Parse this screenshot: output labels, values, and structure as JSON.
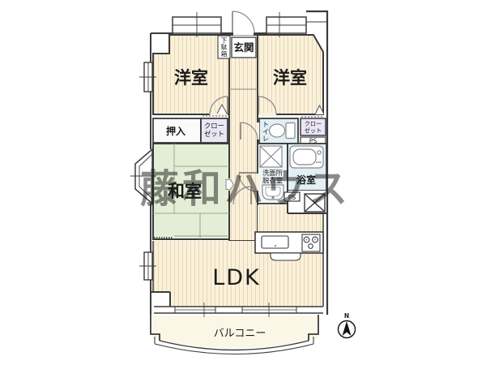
{
  "floorplan": {
    "labels": {
      "entrance": "玄関",
      "shoe_cabinet": "下駄箱",
      "western_room_left": "洋室",
      "western_room_right": "洋室",
      "oshiire": "押入",
      "closet_hall": "クロー\nゼット",
      "closet_right": "クロー\nゼット",
      "toilet": "トイレ",
      "ps_upper": "PS",
      "washroom": "洗面所\n脱衣室",
      "bathroom": "浴室",
      "ps_lower": "PS",
      "japanese_room": "和室",
      "ldk": "LDK",
      "balcony": "バルコニー",
      "compass_north": "N",
      "watermark": "藤和ハウス"
    },
    "colors": {
      "flooring": "#faf1dc",
      "flooring_stripe": "#e9d6b0",
      "tatami": "#e4eed6",
      "wet_area": "#e2f0f6",
      "washroom_bg": "#eef6fa",
      "closet": "#eae6f5",
      "oshiire_bg": "#fbfbfb",
      "balcony": "#fbf7e6",
      "wall": "#3b3b3b",
      "watermark": "#cfcfcf"
    }
  }
}
